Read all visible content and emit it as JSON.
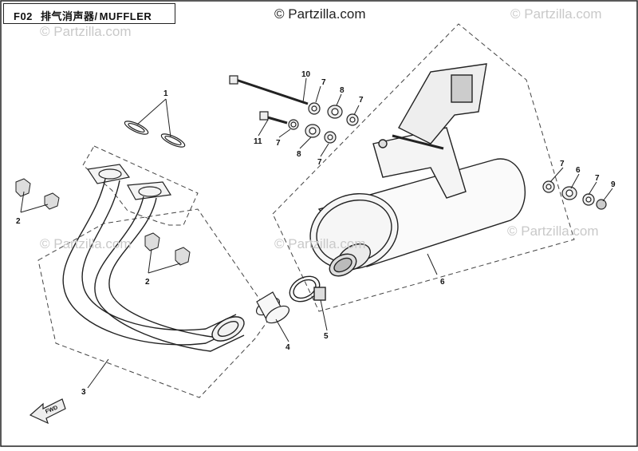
{
  "title": {
    "code": "F02",
    "zh": "排气消声器",
    "en": "MUFFLER"
  },
  "watermark": {
    "text": "© Partzilla.com"
  },
  "callouts": [
    {
      "id": "c1",
      "label": "1"
    },
    {
      "id": "c2a",
      "label": "2"
    },
    {
      "id": "c2b",
      "label": "2"
    },
    {
      "id": "c3",
      "label": "3"
    },
    {
      "id": "c4",
      "label": "4"
    },
    {
      "id": "c5",
      "label": "5"
    },
    {
      "id": "c6",
      "label": "6"
    },
    {
      "id": "c7a",
      "label": "7"
    },
    {
      "id": "c7b",
      "label": "7"
    },
    {
      "id": "c7c",
      "label": "7"
    },
    {
      "id": "c7d",
      "label": "7"
    },
    {
      "id": "c7e",
      "label": "7"
    },
    {
      "id": "c7f",
      "label": "7"
    },
    {
      "id": "c8a",
      "label": "8"
    },
    {
      "id": "c8b",
      "label": "8"
    },
    {
      "id": "c6b",
      "label": "6"
    },
    {
      "id": "c9",
      "label": "9"
    },
    {
      "id": "c10",
      "label": "10"
    },
    {
      "id": "c11",
      "label": "11"
    }
  ],
  "fwd_label": "FWD"
}
